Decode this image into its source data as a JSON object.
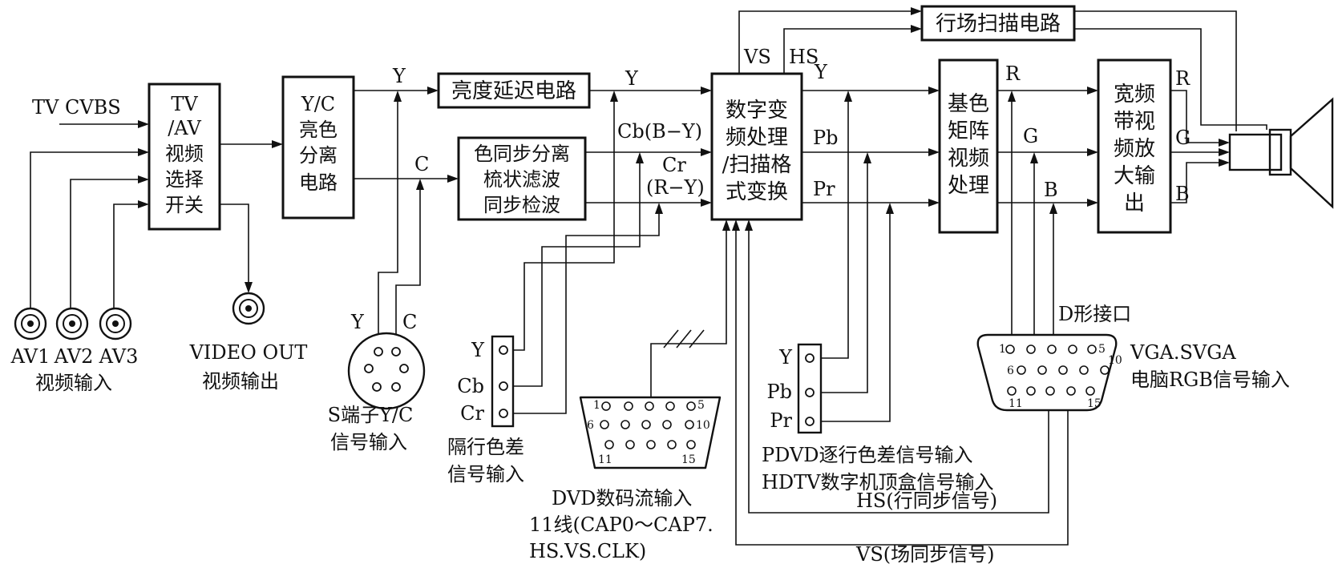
{
  "blocks": {
    "switch": [
      "TV",
      "/AV",
      "视频",
      "选择",
      "开关"
    ],
    "yc": [
      "Y/C",
      "亮色",
      "分离",
      "电路"
    ],
    "delay": "亮度延迟电路",
    "chroma": [
      "色同步分离",
      "梳状滤波",
      "同步检波"
    ],
    "digital": [
      "数字变",
      "频处理",
      "/扫描格",
      "式变换"
    ],
    "scan": "行场扫描电路",
    "matrix": [
      "基色",
      "矩阵",
      "视频",
      "处理"
    ],
    "amp": [
      "宽频",
      "带视",
      "频放",
      "大输",
      "出"
    ]
  },
  "labels": {
    "tv_cvbs": "TV CVBS",
    "y1": "Y",
    "y2": "Y",
    "c": "C",
    "cb": "Cb(B−Y)",
    "cr1": "Cr",
    "cr2": "(R−Y)",
    "vs": "VS",
    "hs": "HS",
    "y3": "Y",
    "pb": "Pb",
    "pr": "Pr",
    "r": "R",
    "g": "G",
    "b": "B",
    "r2": "R",
    "g2": "G",
    "b2": "B"
  },
  "inputs": {
    "av": [
      "AV1",
      "AV2",
      "AV3"
    ],
    "av_caption": "视频输入",
    "video_out": [
      "VIDEO OUT",
      "视频输出"
    ],
    "svideo_y": "Y",
    "svideo_c": "C",
    "svideo_caption": [
      "S端子Y/C",
      "信号输入"
    ],
    "interlaced_pins": [
      "Y",
      "Cb",
      "Cr"
    ],
    "interlaced_caption": [
      "隔行色差",
      "信号输入"
    ],
    "dvd_caption": [
      "DVD数码流输入",
      "11线(CAP0～CAP7.",
      "HS.VS.CLK)"
    ],
    "dvd_pins": [
      "1",
      "5",
      "6",
      "10",
      "11",
      "15"
    ],
    "progressive_pins": [
      "Y",
      "Pb",
      "Pr"
    ],
    "progressive_caption": [
      "PDVD逐行色差信号输入",
      "HDTV数字机顶盒信号输入"
    ],
    "vga_title": "D形接口",
    "vga_pins": [
      "1",
      "5",
      "10",
      "6",
      "11",
      "15"
    ],
    "vga_caption": [
      "VGA.SVGA",
      "电脑RGB信号输入"
    ],
    "hs_sync": "HS(行同步信号)",
    "vs_sync": "VS(场同步信号)"
  }
}
